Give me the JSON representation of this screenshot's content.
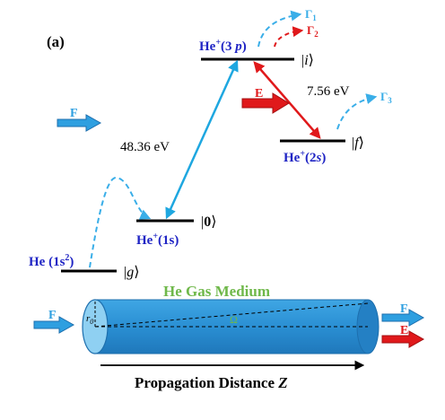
{
  "panel_label": "(a)",
  "levels": {
    "g": {
      "atom": "He",
      "config_main": "1s",
      "config_sup": "2",
      "ket": "g"
    },
    "zero": {
      "ion": "He",
      "ion_sup": "+",
      "config": "1s",
      "ket": "0"
    },
    "i": {
      "ion": "He",
      "ion_sup": "+",
      "config_prefix": "3",
      "config_letter": "p",
      "ket": "i"
    },
    "f": {
      "ion": "He",
      "ion_sup": "+",
      "config_prefix": "2",
      "config_letter": "s",
      "ket": "f"
    }
  },
  "transitions": {
    "pump_energy": "48.36 eV",
    "emission_energy": "7.56 eV"
  },
  "decays": {
    "gamma1": {
      "symbol": "Γ",
      "sub": "1"
    },
    "gamma2": {
      "symbol": "Γ",
      "sub": "2"
    },
    "gamma3": {
      "symbol": "Γ",
      "sub": "3"
    }
  },
  "fields": {
    "F": "F",
    "E": "E"
  },
  "medium": {
    "title": "He Gas Medium",
    "radius_symbol": "r",
    "radius_sub": "0",
    "angle_symbol": "Ω"
  },
  "axis": {
    "label_text": "Propagation Distance ",
    "label_var": "Z"
  },
  "colors": {
    "level_line": "#000000",
    "pump_arrow": "#1ea7e0",
    "emission_arrow": "#e0191b",
    "field_F": "#2e9fe0",
    "field_E": "#e0191b",
    "ion_label": "#1f24c4",
    "decay_dash": "#3aaee8",
    "medium_title": "#6fb84a",
    "cylinder_body": "#2c93d6",
    "cylinder_end": "#8fd0f2"
  }
}
